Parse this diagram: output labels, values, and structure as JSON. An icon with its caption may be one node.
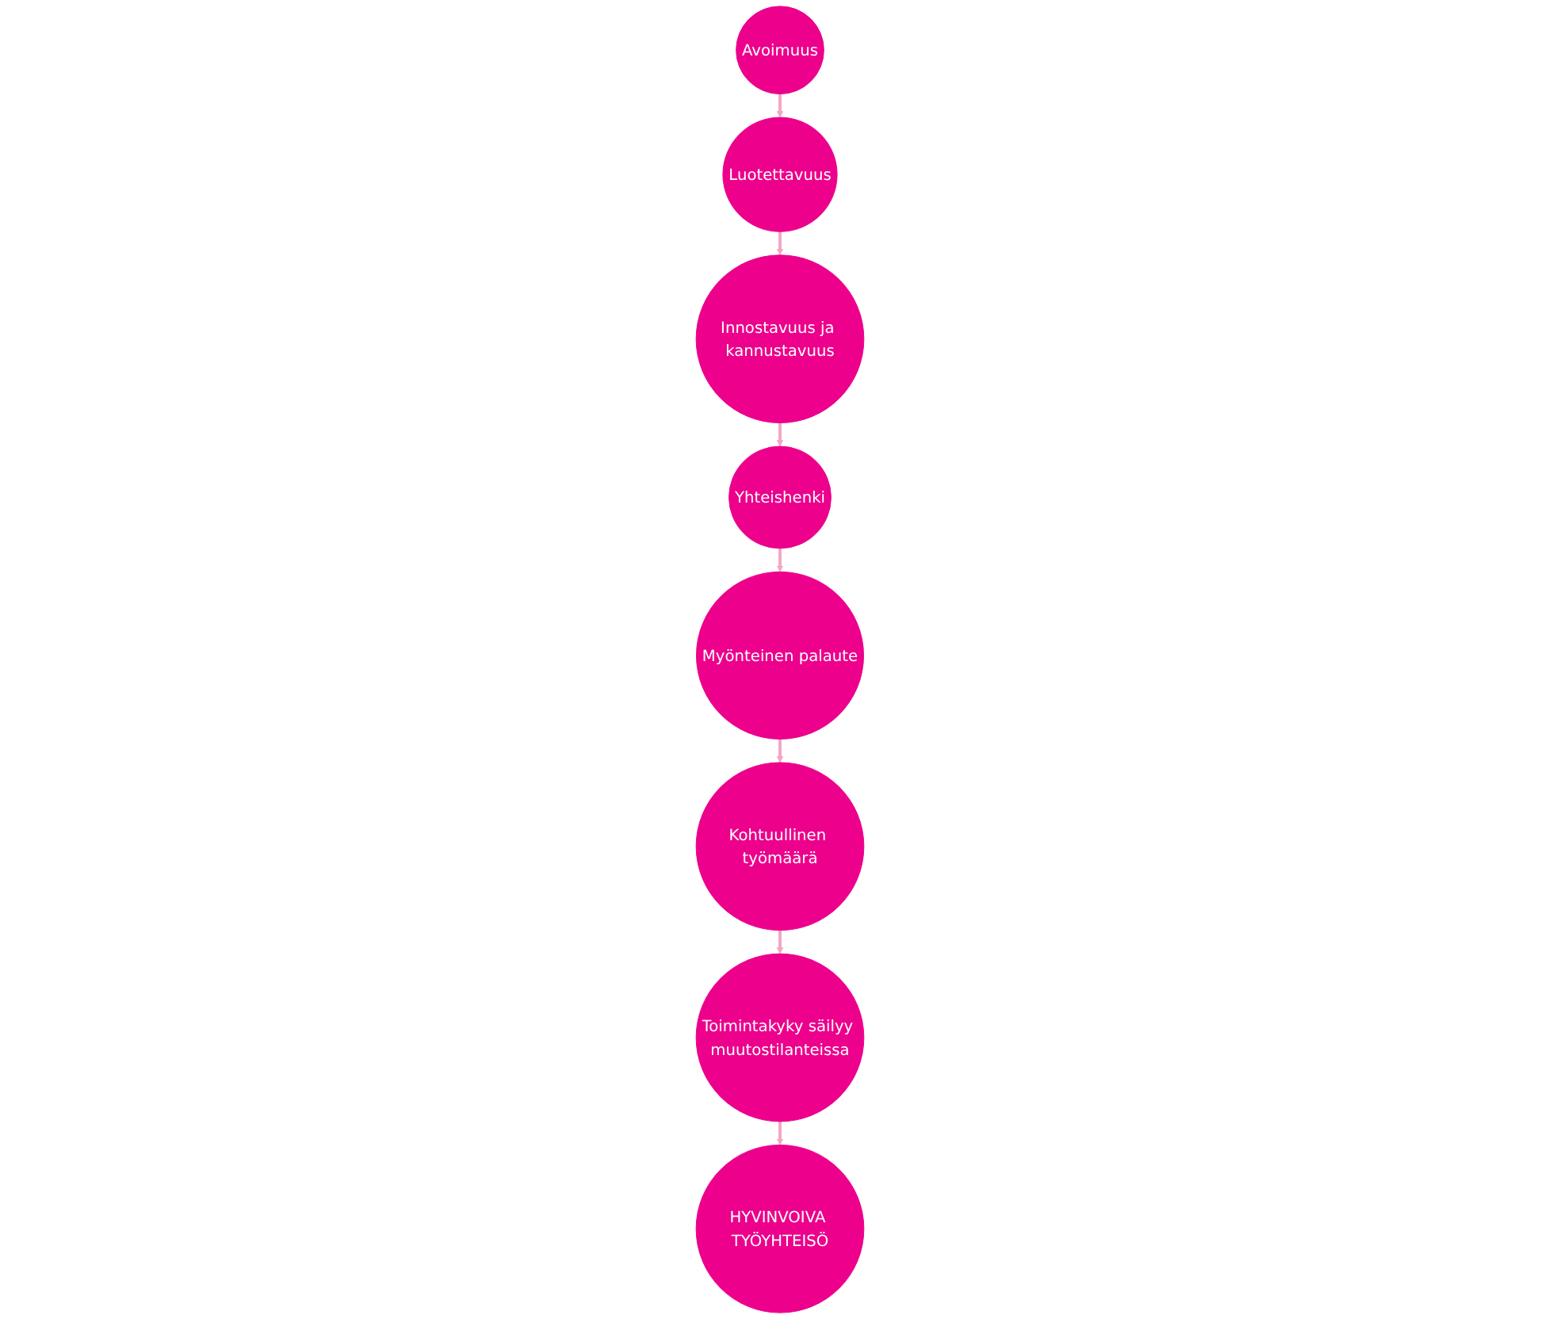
{
  "diagram": {
    "nodes": [
      {
        "text": [
          "Avoimuus"
        ]
      },
      {
        "text": [
          "Luotettavuus"
        ]
      },
      {
        "text": [
          "Innostavuus ja kannustavuus"
        ]
      },
      {
        "text": [
          "Yhteishenki"
        ]
      },
      {
        "text": [
          "Myönteinen palaute"
        ]
      },
      {
        "text": [
          "Kohtuullinen työmäärä"
        ]
      },
      {
        "text": [
          "Toimintakyky säilyy muutostilanteissa"
        ]
      },
      {
        "text": [
          "HYVINVOIVA TYÖYHTEISÖ"
        ]
      }
    ],
    "edges": [
      {
        "from": 0,
        "to": 1,
        "arrow": "to"
      },
      {
        "from": 1,
        "to": 2,
        "arrow": "to"
      },
      {
        "from": 2,
        "to": 3,
        "arrow": "to"
      },
      {
        "from": 3,
        "to": 4,
        "arrow": "to"
      },
      {
        "from": 4,
        "to": 5,
        "arrow": "to"
      },
      {
        "from": 5,
        "to": 6,
        "arrow": "to"
      },
      {
        "from": 6,
        "to": 7,
        "arrow": "to"
      }
    ]
  }
}
